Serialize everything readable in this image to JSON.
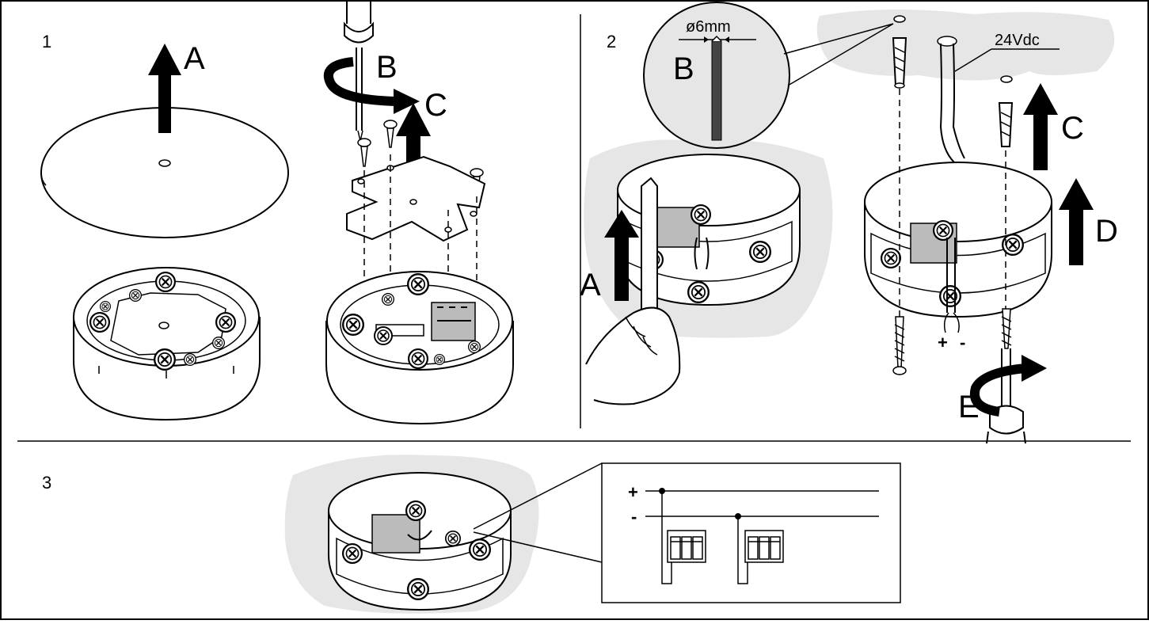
{
  "steps": {
    "step1": {
      "number": "1",
      "labels": {
        "a": "A",
        "b": "B",
        "c": "C"
      }
    },
    "step2": {
      "number": "2",
      "detail": {
        "diameter": "ø6mm",
        "label": "B"
      },
      "voltage": "24Vdc",
      "labels": {
        "a": "A",
        "c": "C",
        "d": "D",
        "e": "E"
      },
      "polarity": {
        "plus": "+",
        "minus": "-"
      }
    },
    "step3": {
      "number": "3",
      "schematic": {
        "plus": "+",
        "minus": "-"
      }
    }
  }
}
